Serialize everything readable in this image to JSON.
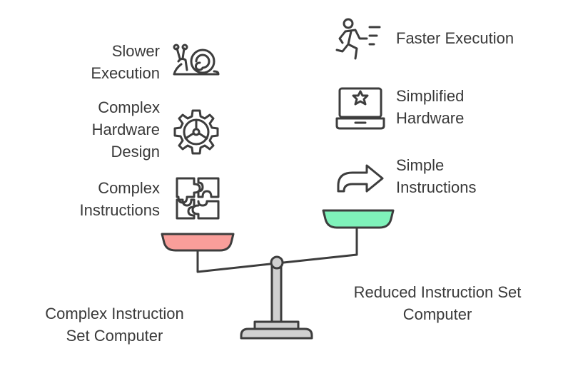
{
  "colors": {
    "stroke": "#3d3d3d",
    "left_pan": "#f99e9a",
    "right_pan": "#7ff2ba",
    "base": "#d0d0d0"
  },
  "left": {
    "title_lines": [
      "Complex Instruction",
      "Set Computer"
    ],
    "items": [
      {
        "lines": [
          "Slower",
          "Execution"
        ],
        "icon": "snail-icon"
      },
      {
        "lines": [
          "Complex",
          "Hardware",
          "Design"
        ],
        "icon": "gear-icon"
      },
      {
        "lines": [
          "Complex",
          "Instructions"
        ],
        "icon": "puzzle-icon"
      }
    ]
  },
  "right": {
    "title_lines": [
      "Reduced Instruction Set",
      "Computer"
    ],
    "items": [
      {
        "lines": [
          "Faster Execution"
        ],
        "icon": "running-person-icon"
      },
      {
        "lines": [
          "Simplified",
          "Hardware"
        ],
        "icon": "laptop-icon"
      },
      {
        "lines": [
          "Simple",
          "Instructions"
        ],
        "icon": "redo-arrow-icon"
      }
    ]
  }
}
